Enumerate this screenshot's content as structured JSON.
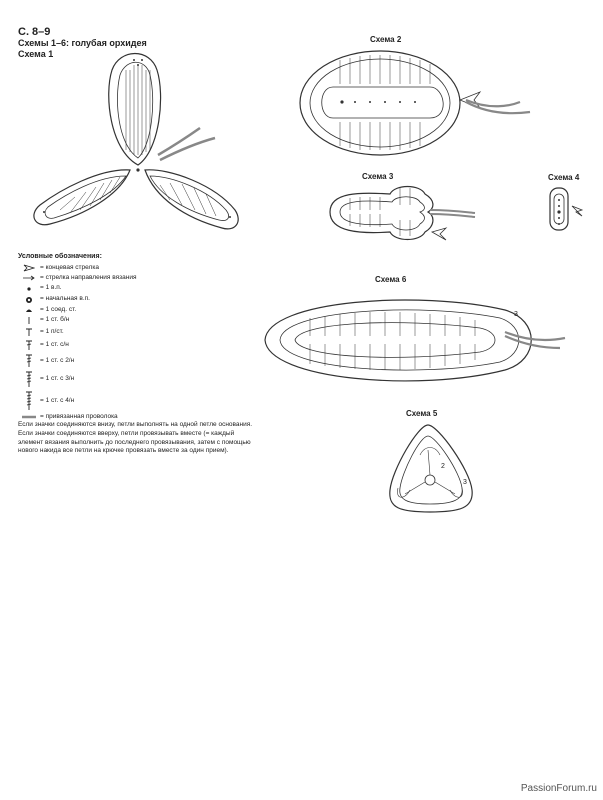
{
  "page": {
    "ref": "С. 8–9",
    "subtitle": "Схемы 1–6: голубая орхидея",
    "scheme1_title": "Схема 1"
  },
  "schemes": {
    "s2": "Схема 2",
    "s3": "Схема 3",
    "s4": "Схема 4",
    "s5": "Схема 5",
    "s6": "Схема 6"
  },
  "row_markers": {
    "s6_3": "3",
    "s5_2": "2",
    "s5_3": "3"
  },
  "legend": {
    "title": "Условные обозначения:",
    "items": [
      {
        "icon": "end-arrow-icon",
        "text": "= концевая стрелка"
      },
      {
        "icon": "direction-arrow-icon",
        "text": "= стрелка направления вязания"
      },
      {
        "icon": "chain-dot-icon",
        "text": "= 1 в.п."
      },
      {
        "icon": "start-chain-icon",
        "text": "= начальная в.п."
      },
      {
        "icon": "slip-stitch-icon",
        "text": "= 1 соед. ст."
      },
      {
        "icon": "sc-icon",
        "text": "= 1 ст. б/н"
      },
      {
        "icon": "hdc-icon",
        "text": "= 1 п/ст."
      },
      {
        "icon": "dc-icon",
        "text": "= 1 ст. с/н"
      },
      {
        "icon": "tr-icon",
        "text": "= 1 ст. с 2/н"
      },
      {
        "icon": "dtr-icon",
        "text": "= 1 ст. с 3/н"
      },
      {
        "icon": "trtr-icon",
        "text": "= 1 ст. с 4/н"
      },
      {
        "icon": "wire-icon",
        "text": "= привязанная проволока"
      }
    ]
  },
  "notes": [
    "Если значки соединяются внизу, петли выполнять на одной петле основания.",
    "Если значки соединяются вверху, петли провязывать вместе (= каждый элемент вязания выполнить до последнего провязывания, затем с помощью нового накида все петли на крючке провязать вместе за один прием)."
  ],
  "watermark": "PassionForum.ru"
}
